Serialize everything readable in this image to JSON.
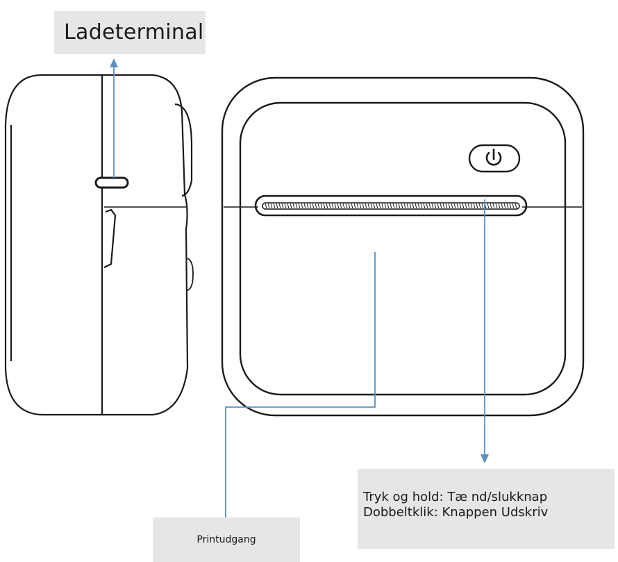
{
  "labels": {
    "charging_port": "Ladeterminal",
    "power_button_line1": "Tryk og hold: Tæ nd/slukknap",
    "power_button_line2": "Dobbeltklik: Knappen Udskriv",
    "print_output": "Printudgang"
  },
  "icons": {
    "power": "power-icon"
  },
  "colors": {
    "outline": "#1a1a1a",
    "leader_line": "#5b8fc7",
    "label_background": "#e6e6e6"
  }
}
